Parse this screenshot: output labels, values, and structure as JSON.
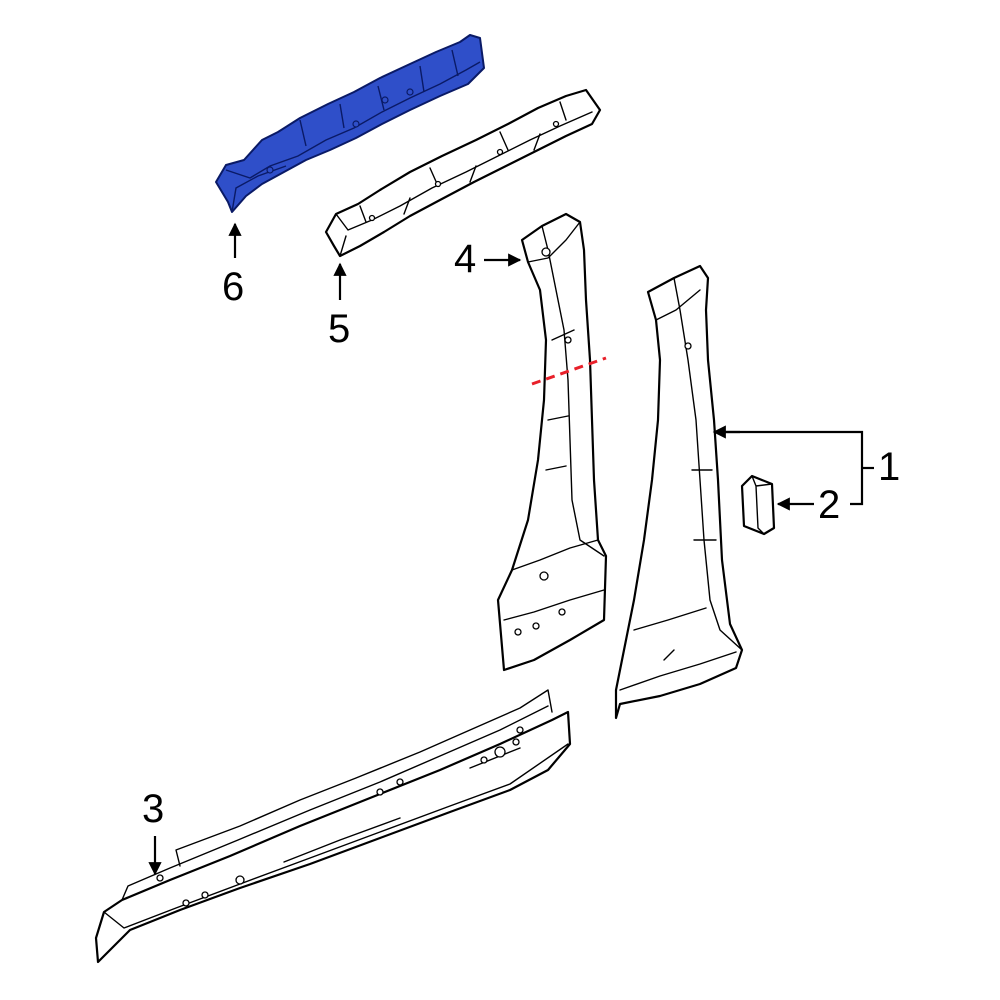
{
  "callouts": {
    "1": "1",
    "2": "2",
    "3": "3",
    "4": "4",
    "5": "5",
    "6": "6"
  },
  "colors": {
    "highlight_fill": "#2f4fc9",
    "highlight_stroke": "#0a1a66",
    "cut_line": "#e8202a",
    "line": "#000000",
    "background": "#ffffff"
  }
}
